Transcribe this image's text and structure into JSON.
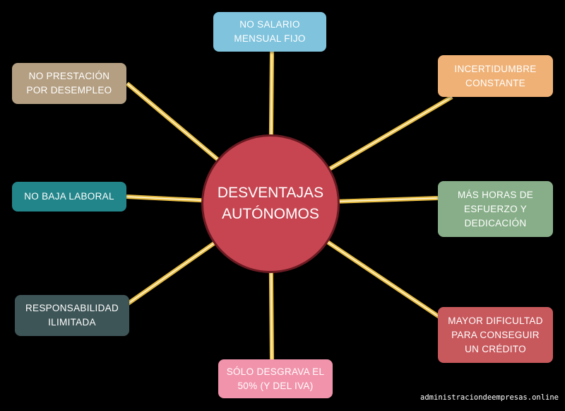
{
  "center": {
    "label": "DESVENTAJAS\nAUTÓNOMOS",
    "color": "#c64551"
  },
  "connector_color": "#e9bf45",
  "nodes": [
    {
      "label": "NO SALARIO\nMENSUAL FIJO",
      "color": "#7fc3dd"
    },
    {
      "label": "INCERTIDUMBRE\nCONSTANTE",
      "color": "#efb176"
    },
    {
      "label": "MÁS HORAS DE\nESFUERZO Y\nDEDICACIÓN",
      "color": "#87ae88"
    },
    {
      "label": "MAYOR DIFICULTAD\nPARA CONSEGUIR\nUN CRÉDITO",
      "color": "#c7585c"
    },
    {
      "label": "SÓLO DESGRAVA EL\n50% (Y DEL IVA)",
      "color": "#f193ab"
    },
    {
      "label": "RESPONSABILIDAD\nILIMITADA",
      "color": "#3e5557"
    },
    {
      "label": "NO BAJA LABORAL",
      "color": "#22858a"
    },
    {
      "label": "NO PRESTACIÓN\nPOR DESEMPLEO",
      "color": "#b49f82"
    }
  ],
  "watermark": "administraciondeempresas.online"
}
